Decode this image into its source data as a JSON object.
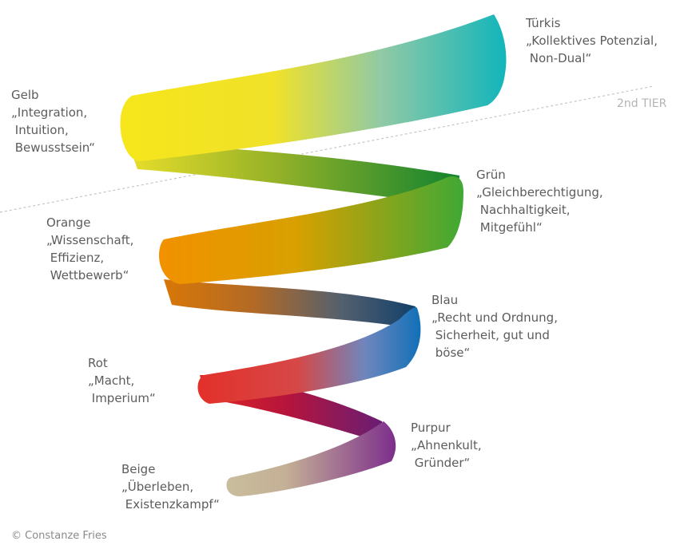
{
  "levels": [
    {
      "name": "Türkis",
      "desc": "„Kollektives Potenzial,\n Non-Dual“",
      "color": "#1bb8bf"
    },
    {
      "name": "Gelb",
      "desc": "„Integration,\n Intuition,\n Bewusstsein“",
      "color": "#f5e21a"
    },
    {
      "name": "Grün",
      "desc": "„Gleichberechtigung,\n Nachhaltigkeit,\n Mitgefühl“",
      "color": "#3aaa35"
    },
    {
      "name": "Orange",
      "desc": "„Wissenschaft,\n Effizienz,\n Wettbewerb“",
      "color": "#f29100"
    },
    {
      "name": "Blau",
      "desc": "„Recht und Ordnung,\n Sicherheit, gut und\n böse“",
      "color": "#1a73b8"
    },
    {
      "name": "Rot",
      "desc": "„Macht,\n Imperium“",
      "color": "#e53027"
    },
    {
      "name": "Purpur",
      "desc": "„Ahnenkult,\n Gründer“",
      "color": "#7a2c8a"
    },
    {
      "name": "Beige",
      "desc": "„Überleben,\n Existenzkampf“",
      "color": "#cbbf9e"
    }
  ],
  "tier_label": "2nd TIER",
  "copyright": "© Constanze Fries"
}
